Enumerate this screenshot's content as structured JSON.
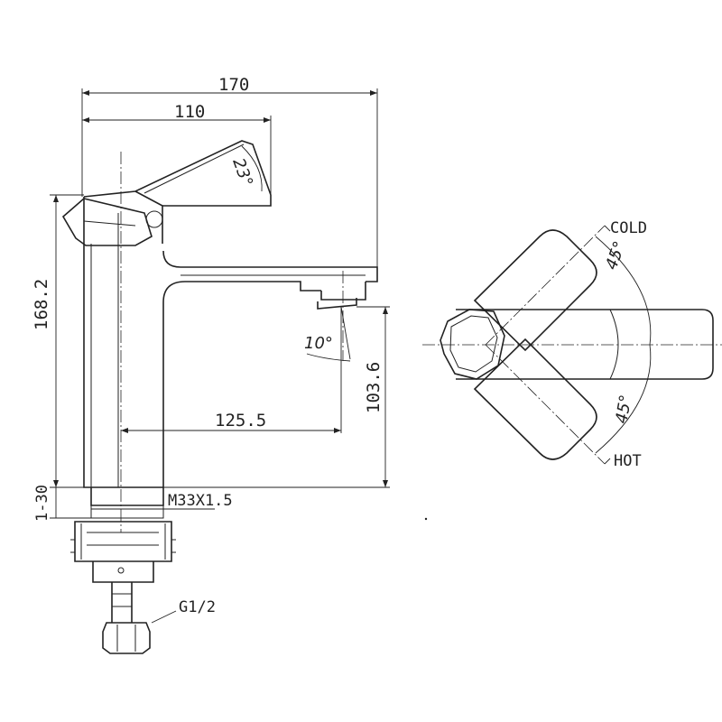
{
  "dimensions": {
    "overall_length": "170",
    "lever_length": "110",
    "spout_reach": "125.5",
    "overall_height": "168.2",
    "spout_height": "103.6",
    "deck_thickness": "1-30",
    "lever_angle": "23°",
    "spout_angle": "10°",
    "thread": "M33X1.5",
    "connection": "G1/2"
  },
  "top_view": {
    "cold_label": "COLD",
    "hot_label": "HOT",
    "cold_angle": "45°",
    "hot_angle": "45°"
  }
}
